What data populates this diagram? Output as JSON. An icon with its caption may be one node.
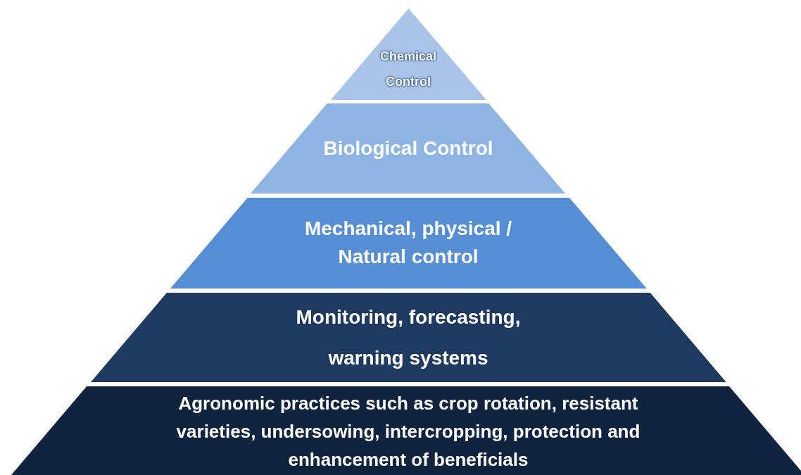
{
  "diagram": {
    "nodes": [
      {
        "text": [
          "Chemical Control"
        ]
      },
      {
        "text": [
          "Biological Control"
        ]
      },
      {
        "text": [
          "Mechanical, physical / Natural control"
        ]
      },
      {
        "text": [
          "Monitoring, forecasting, warning systems"
        ]
      },
      {
        "text": [
          "Agronomic practices such as crop rotation, resistant varieties, undersowing, intercropping, protection and enhancement of beneficials"
        ]
      }
    ]
  }
}
